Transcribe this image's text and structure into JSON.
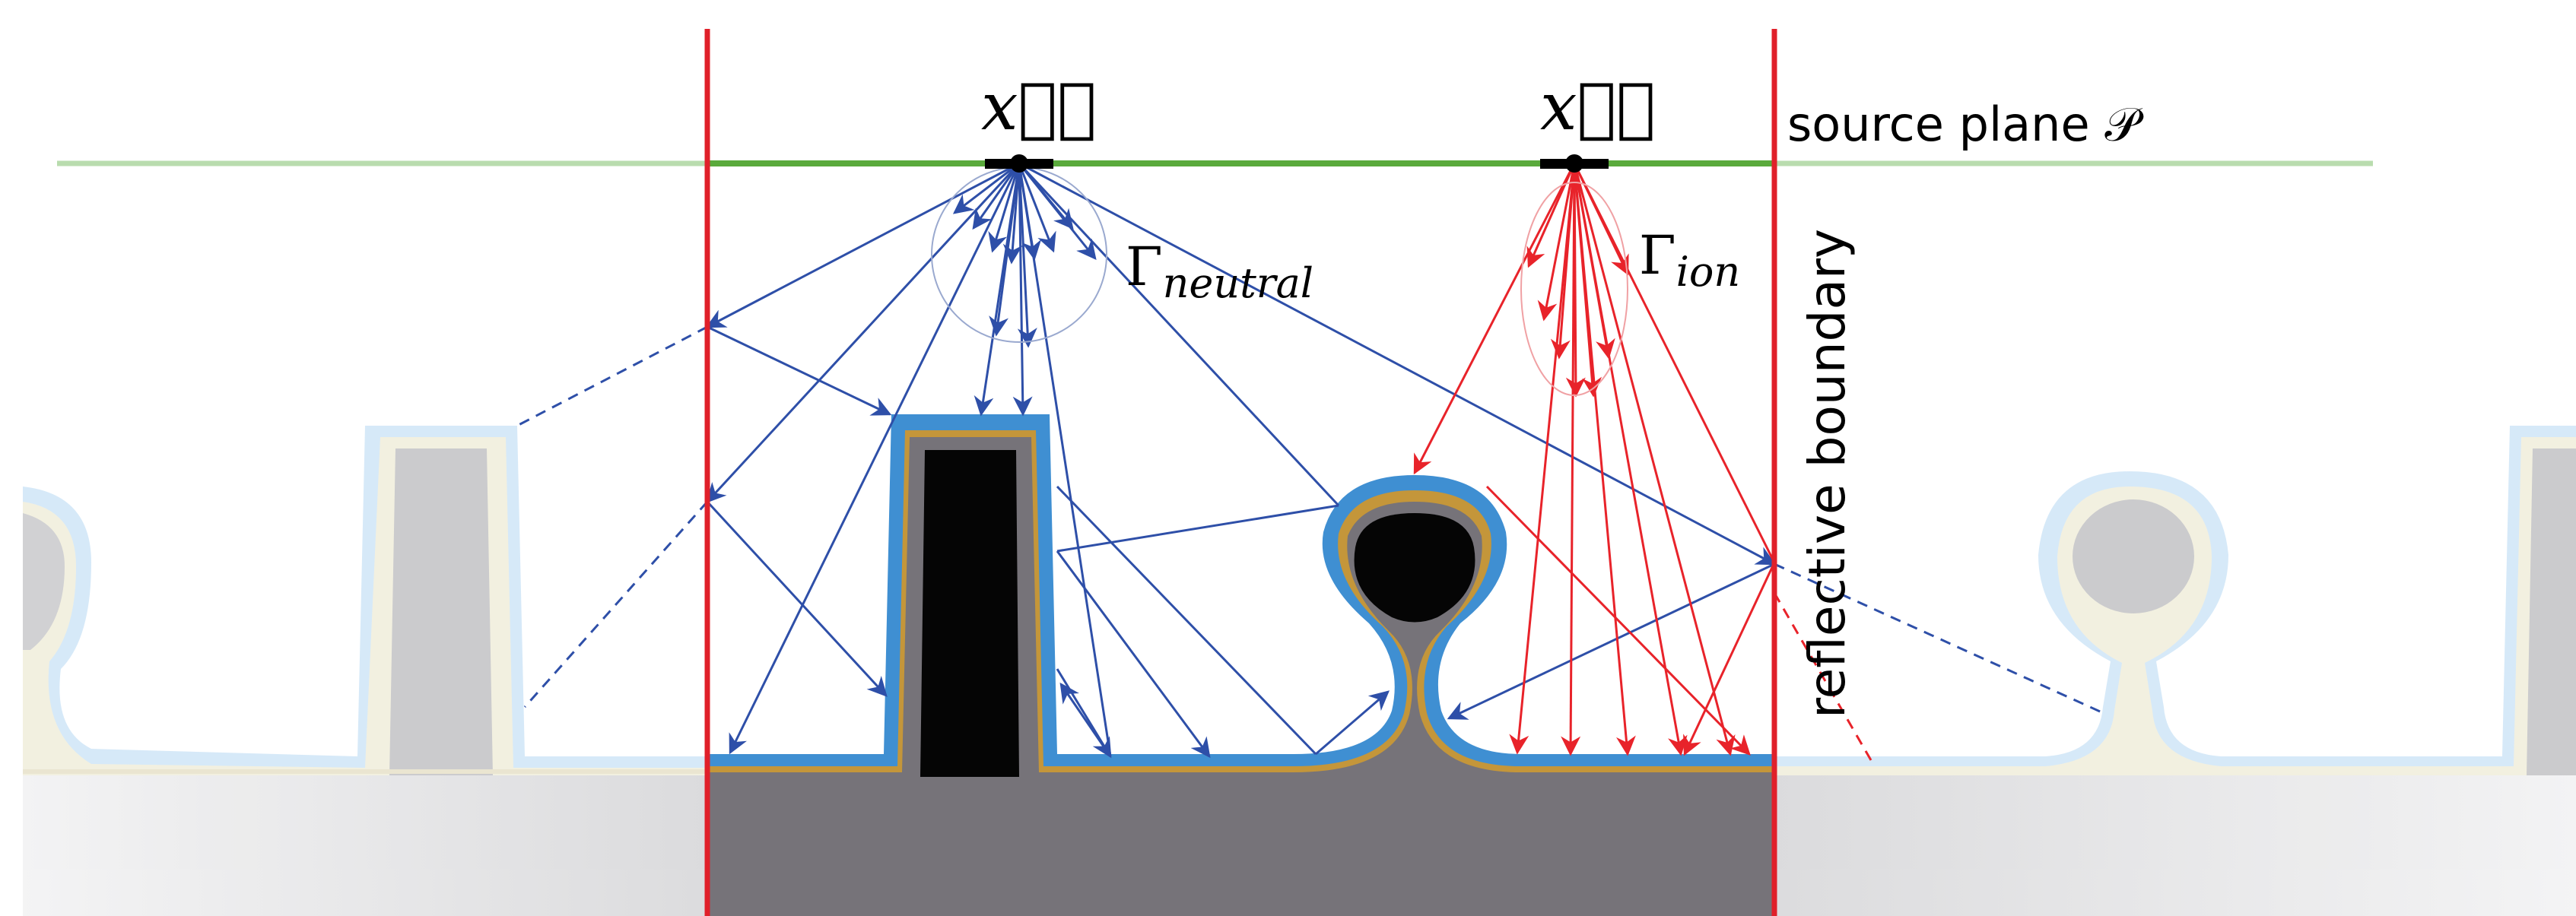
{
  "labels": {
    "source_position_left": "x⃗𝒫",
    "source_position_right": "x⃗𝒫",
    "source_plane": "source plane 𝒫",
    "gamma_neutral_symbol": "Γ",
    "gamma_neutral_sub": "neutral",
    "gamma_ion_symbol": "Γ",
    "gamma_ion_sub": "ion",
    "reflective_boundary": "reflective boundary"
  },
  "colors": {
    "source_plane": "#5aaa3c",
    "boundary": "#e0202a",
    "neutral_flux": "#2e4fa8",
    "ion_flux": "#e8232a",
    "deposited_layer": "#3f8fd2",
    "liner": "#c4963a",
    "substrate": "#767379",
    "mask": "#050505"
  }
}
